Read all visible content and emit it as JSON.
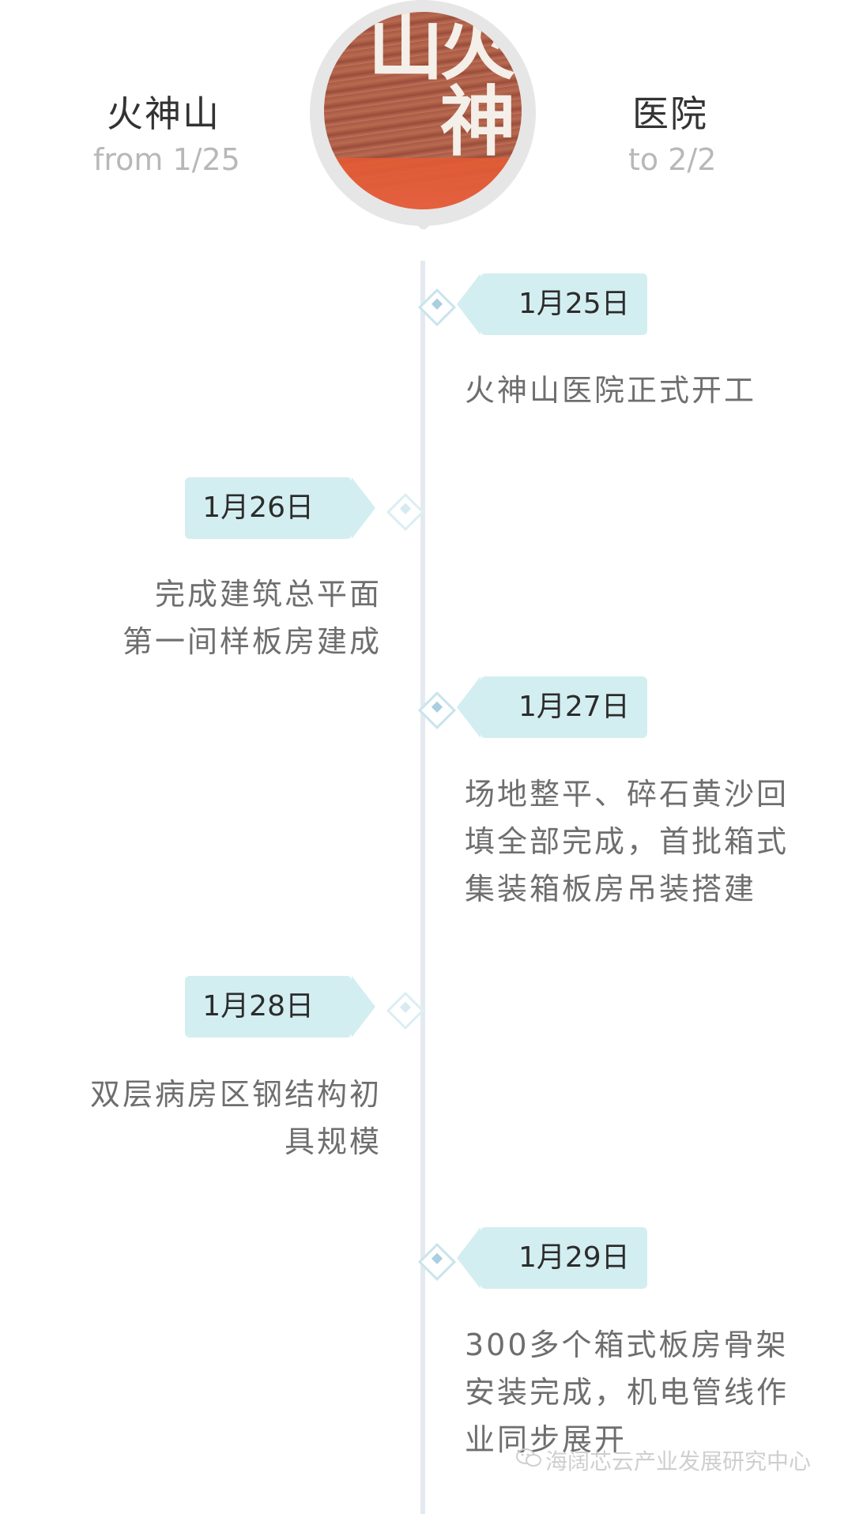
{
  "header": {
    "left_title": "火神山",
    "left_sub": "from 1/25",
    "right_title": "医院",
    "right_sub": "to 2/2",
    "badge_text": "火神山"
  },
  "events": [
    {
      "date": "1月25日",
      "side": "right",
      "lines": [
        "火神山医院正式开工"
      ]
    },
    {
      "date": "1月26日",
      "side": "left",
      "lines": [
        "完成建筑总平面",
        "第一间样板房建成"
      ]
    },
    {
      "date": "1月27日",
      "side": "right",
      "lines": [
        "场地整平、碎石黄沙回",
        "填全部完成，首批箱式",
        "集装箱板房吊装搭建"
      ]
    },
    {
      "date": "1月28日",
      "side": "left",
      "lines": [
        "双层病房区钢结构初",
        "具规模"
      ]
    },
    {
      "date": "1月29日",
      "side": "right",
      "lines": [
        "300多个箱式板房骨架",
        "安装完成，机电管线作",
        "业同步展开"
      ]
    }
  ],
  "watermark": "海阔芯云产业发展研究中心",
  "colors": {
    "tag_bg": "#d3eef1",
    "line": "#e4e9f1",
    "marker": "#a9cfe0",
    "subtitle": "#b8b8b8"
  }
}
